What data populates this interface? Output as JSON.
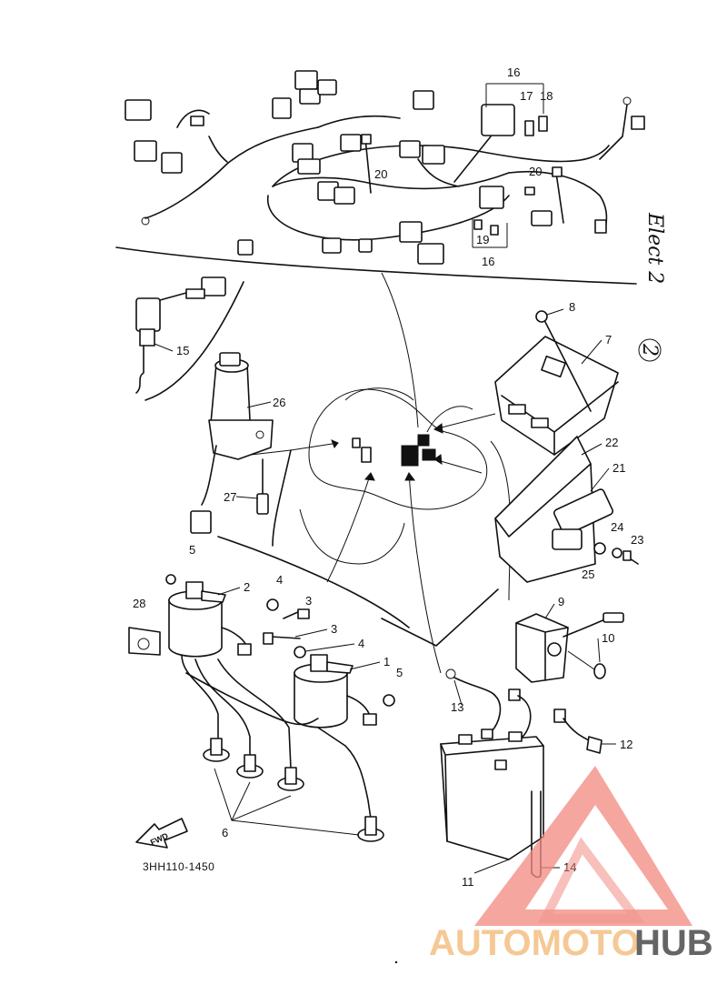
{
  "diagram": {
    "drawing_code": "3HH110-1450",
    "handwritten_note": "Elect 2",
    "circled_note": "2",
    "fwd_label": "FWD",
    "callouts": [
      {
        "id": "c16a",
        "label": "16"
      },
      {
        "id": "c17",
        "label": "17"
      },
      {
        "id": "c18",
        "label": "18"
      },
      {
        "id": "c20a",
        "label": "20"
      },
      {
        "id": "c20b",
        "label": "20"
      },
      {
        "id": "c19",
        "label": "19"
      },
      {
        "id": "c16b",
        "label": "16"
      },
      {
        "id": "c8",
        "label": "8"
      },
      {
        "id": "c7",
        "label": "7"
      },
      {
        "id": "c15",
        "label": "15"
      },
      {
        "id": "c26",
        "label": "26"
      },
      {
        "id": "c27",
        "label": "27"
      },
      {
        "id": "c22",
        "label": "22"
      },
      {
        "id": "c21",
        "label": "21"
      },
      {
        "id": "c24",
        "label": "24"
      },
      {
        "id": "c23",
        "label": "23"
      },
      {
        "id": "c25",
        "label": "25"
      },
      {
        "id": "c5a",
        "label": "5"
      },
      {
        "id": "c2",
        "label": "2"
      },
      {
        "id": "c4a",
        "label": "4"
      },
      {
        "id": "c3a",
        "label": "3"
      },
      {
        "id": "c28",
        "label": "28"
      },
      {
        "id": "c3b",
        "label": "3"
      },
      {
        "id": "c4b",
        "label": "4"
      },
      {
        "id": "c1",
        "label": "1"
      },
      {
        "id": "c5b",
        "label": "5"
      },
      {
        "id": "c9",
        "label": "9"
      },
      {
        "id": "c10",
        "label": "10"
      },
      {
        "id": "c13",
        "label": "13"
      },
      {
        "id": "c12",
        "label": "12"
      },
      {
        "id": "c6",
        "label": "6"
      },
      {
        "id": "c11",
        "label": "11"
      },
      {
        "id": "c14",
        "label": "14"
      }
    ]
  },
  "watermark": {
    "part1": "AUTOMOTO",
    "part2": "HUB",
    "color_primary": "#f28b82",
    "color_accent": "#f5c38a",
    "color_dark": "#555555"
  }
}
